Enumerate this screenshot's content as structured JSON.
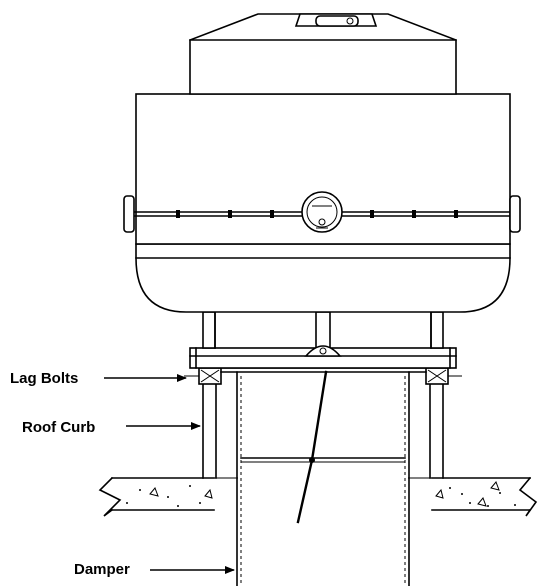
{
  "diagram": {
    "callouts": [
      {
        "id": "lag-bolts",
        "label": "Lag Bolts"
      },
      {
        "id": "roof-curb",
        "label": "Roof Curb"
      },
      {
        "id": "damper",
        "label": "Damper"
      }
    ]
  }
}
